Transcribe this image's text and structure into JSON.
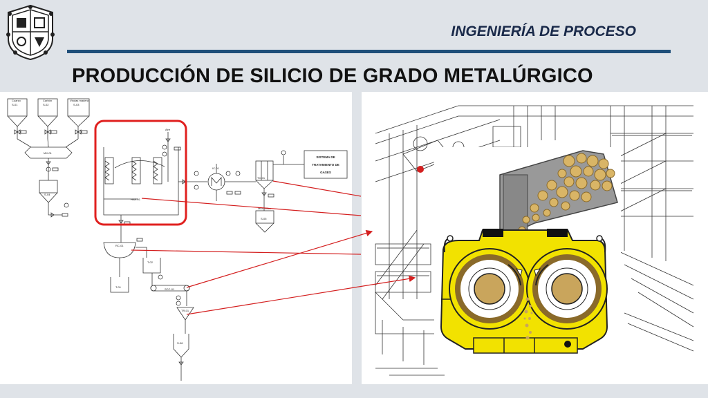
{
  "header": {
    "course": "INGENIERÍA DE PROCESO",
    "title": "PRODUCCIÓN DE SILICIO DE GRADO METALÚRGICO"
  },
  "colors": {
    "rule": "#1f4f7a",
    "highlight": "#e0201f",
    "pointer": "#d42020",
    "machine": "#f2e200",
    "roller": "#d6b46e",
    "background": "#dfe3e8"
  },
  "pfd": {
    "hoppers": [
      {
        "name": "Cuarzo",
        "tag": "S-01"
      },
      {
        "name": "Carbón",
        "tag": "S-02"
      },
      {
        "name": "Virutas madera",
        "tag": "S-03"
      }
    ],
    "mixer_tag": "MX-01",
    "silo_tag": "S-04",
    "furnace_tag": "HAE-01",
    "air_label": "Aire",
    "exchanger_tag": "IC-01",
    "separator_tag": "TC-01",
    "gas_box": [
      "SISTEMA DE",
      "TRATAMIENTO DE",
      "GASES"
    ],
    "microsilica_label": "Microsílice",
    "microsilica_tag": "S-05",
    "ladle_tag": "RC-01",
    "tank_tag": "T-02",
    "bin_tag": "T-01",
    "conveyor_tag": "SCC-01",
    "crusher_tag": "TR-01",
    "product_tag": "S-06"
  }
}
